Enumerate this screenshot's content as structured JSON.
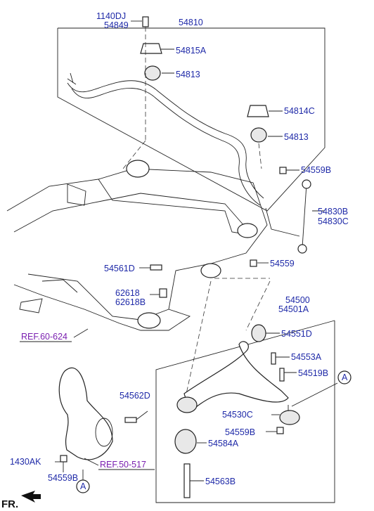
{
  "labels": {
    "l1140dj": "1140DJ",
    "l54849": "54849",
    "l54810": "54810",
    "l54815a": "54815A",
    "l54813a": "54813",
    "l54814c": "54814C",
    "l54813b": "54813",
    "l54559b_top": "54559B",
    "l54830b": "54830B",
    "l54830c": "54830C",
    "l54561d": "54561D",
    "l54559": "54559",
    "l62618": "62618",
    "l62618b": "62618B",
    "l54500": "54500",
    "l54501a": "54501A",
    "l54551d": "54551D",
    "l54553a": "54553A",
    "l54519b": "54519B",
    "l54562d": "54562D",
    "l54530c": "54530C",
    "l54559b_mid": "54559B",
    "l54584a": "54584A",
    "l1430ak": "1430AK",
    "l54559b_bot": "54559B",
    "l54563b": "54563B",
    "ref_60": "REF.60-624",
    "ref_50": "REF.50-517",
    "marker_a1": "A",
    "marker_a2": "A",
    "fr": "FR."
  },
  "colors": {
    "label": "#1f2aa8",
    "ref": "#7a1fb0",
    "line": "#222222"
  }
}
